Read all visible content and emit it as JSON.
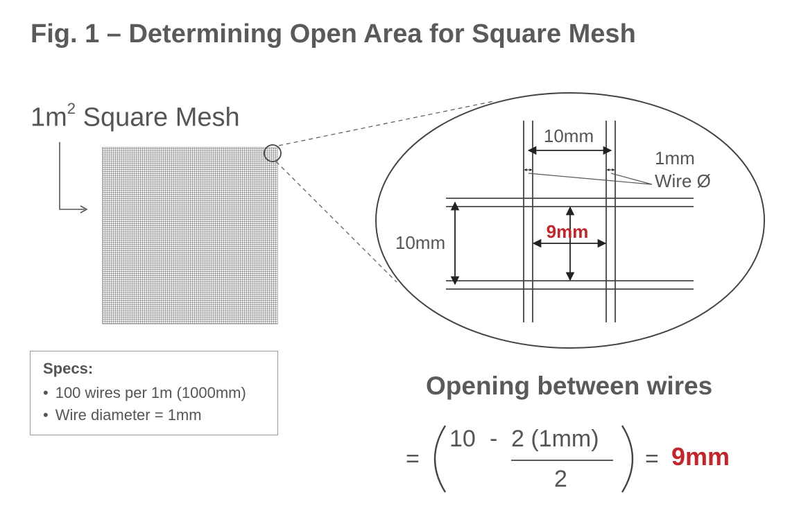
{
  "figure": {
    "title": "Fig. 1 – Determining Open Area for Square Mesh",
    "mesh_label_main": "1m",
    "mesh_label_sup": "2",
    "mesh_label_rest": " Square Mesh"
  },
  "zoom": {
    "pitch_top_label": "10mm",
    "pitch_side_label": "10mm",
    "wire_label_line1": "1mm",
    "wire_label_line2": "Wire Ø",
    "opening_label": "9mm",
    "opening_color": "#c0272d"
  },
  "specs": {
    "title": "Specs:",
    "items": [
      "100 wires per 1m (1000mm)",
      "Wire diameter = 1mm"
    ]
  },
  "formula": {
    "heading": "Opening between wires",
    "equals_left": "=",
    "term": "10",
    "minus": "-",
    "numerator": "2 (1mm)",
    "denominator": "2",
    "equals_right": "=",
    "result": "9mm"
  }
}
